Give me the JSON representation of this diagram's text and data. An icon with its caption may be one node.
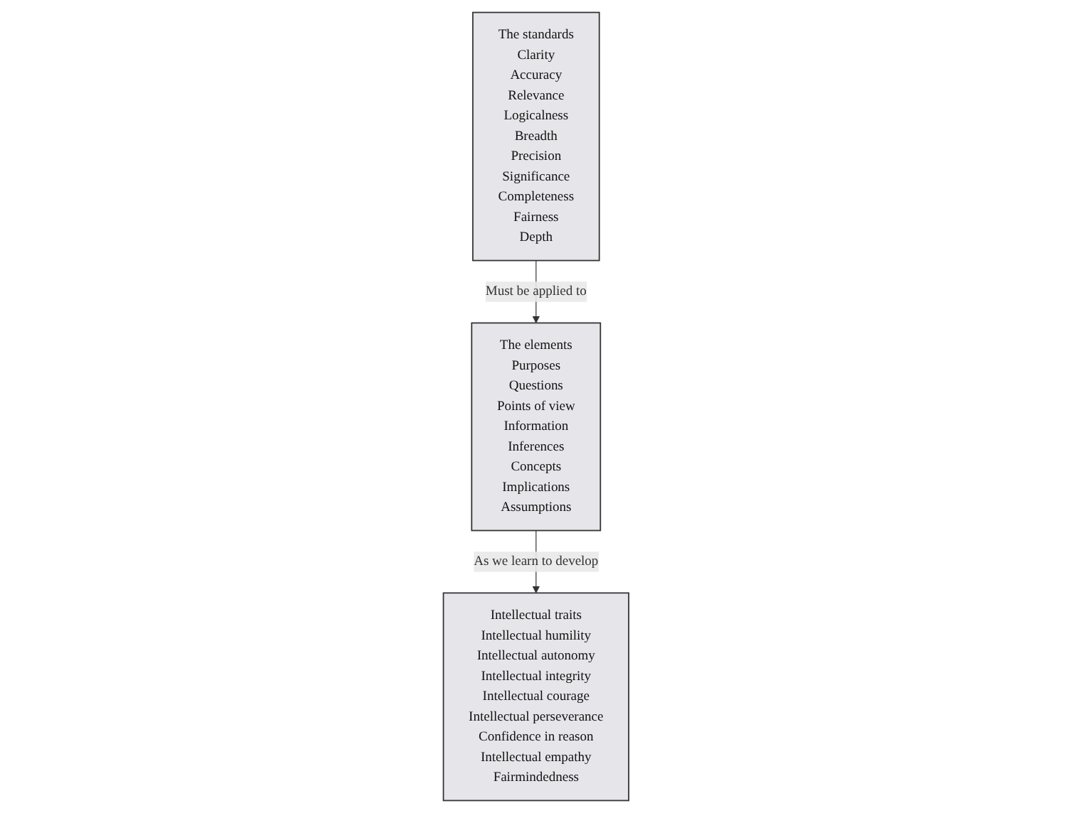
{
  "diagram": {
    "nodes": [
      {
        "text": [
          "The standards",
          "Clarity",
          "Accuracy",
          "Relevance",
          "Logicalness",
          "Breadth",
          "Precision",
          "Significance",
          "Completeness",
          "Fairness",
          "Depth"
        ]
      },
      {
        "text": [
          "The elements",
          "Purposes",
          "Questions",
          "Points of view",
          "Information",
          "Inferences",
          "Concepts",
          "Implications",
          "Assumptions"
        ]
      },
      {
        "text": [
          "Intellectual traits",
          "Intellectual humility",
          "Intellectual autonomy",
          "Intellectual integrity",
          "Intellectual courage",
          "Intellectual perseverance",
          "Confidence in reason",
          "Intellectual empathy",
          "Fairmindedness"
        ]
      }
    ],
    "edges": [
      {
        "from": 0,
        "to": 1,
        "arrow": "to",
        "label": "Must be applied to"
      },
      {
        "from": 1,
        "to": 2,
        "arrow": "to",
        "label": "As we learn to develop"
      }
    ]
  }
}
